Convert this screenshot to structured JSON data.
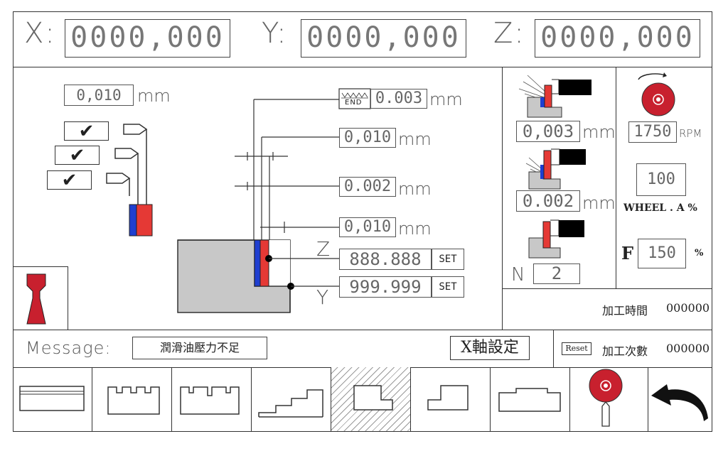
{
  "axes": {
    "x": {
      "label": "X:",
      "value": "0000,000"
    },
    "y": {
      "label": "Y:",
      "value": "0000,000"
    },
    "z": {
      "label": "Z:",
      "value": "0000,000"
    }
  },
  "left_panel": {
    "depth_value": "0,010",
    "depth_unit": "mm"
  },
  "diagram": {
    "end_icon": "END",
    "end_value": "0.003",
    "end_unit": "mm",
    "step1_value": "0,010",
    "step1_unit": "mm",
    "step2_value": "0.002",
    "step2_unit": "mm",
    "step3_value": "0,010",
    "step3_unit": "mm",
    "z_label": "Z",
    "z_value": "888.888",
    "z_set": "SET",
    "y_label": "Y",
    "y_value": "999.999",
    "y_set": "SET"
  },
  "right_panel": {
    "coarse_value": "0,003",
    "coarse_unit": "mm",
    "fine_value": "0.002",
    "fine_unit": "mm",
    "n_label": "N",
    "n_value": "2",
    "rpm_value": "1750",
    "rpm_unit": "RPM",
    "wheel_value": "100",
    "wheel_label": "WHEEL . A %",
    "f_label": "F",
    "f_value": "150",
    "f_unit": "%",
    "time_label": "加工時間",
    "time_value": "000000"
  },
  "status_bar": {
    "message_label": "Message:",
    "message_text": "潤滑油壓力不足",
    "axis_set_button": "X軸設定",
    "reset_label": "Reset",
    "count_label": "加工次數",
    "count_value": "000000"
  },
  "colors": {
    "wheel_red": "#c8202e",
    "tool_red": "#e53935",
    "tool_blue": "#1f3fd0",
    "part_gray": "#c8c8c8"
  },
  "nav": {
    "icons": [
      "flat-grind-icon",
      "slot-grind-icon",
      "multi-slot-icon",
      "stair-icon",
      "step-profile-icon",
      "single-step-icon",
      "raised-profile-icon",
      "spindle-icon",
      "back-arrow-icon"
    ],
    "active_index": 4
  }
}
